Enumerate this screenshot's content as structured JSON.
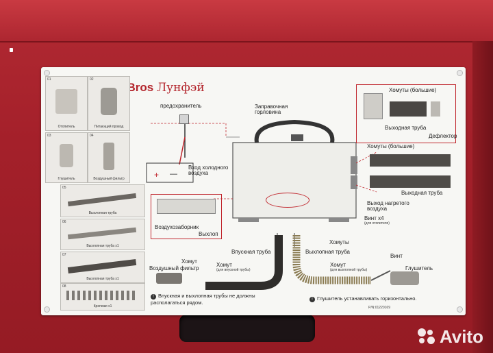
{
  "brand": {
    "latin": "LF Bros",
    "cyrillic": "Лунфэй"
  },
  "kit_tiles": [
    {
      "num": "01",
      "caption": "Отопитель"
    },
    {
      "num": "02",
      "caption": "Питающий провод"
    },
    {
      "num": "03",
      "caption": "Глушитель"
    },
    {
      "num": "04",
      "caption": "Воздушный фильтр"
    },
    {
      "num": "05",
      "caption": "Выхлопная труба"
    },
    {
      "num": "06",
      "caption": "Выхлопная труба x1"
    },
    {
      "num": "07",
      "caption": "Выхлопная труба x1"
    },
    {
      "num": "08",
      "caption": "Крепежи x1"
    }
  ],
  "diagram_labels": {
    "fuse": "предохранитель",
    "filler_neck": "Заправочная горловина",
    "cold_air_inlet": "Вход холодного воздуха",
    "air_intake": "Воздухозаборник",
    "exhaust": "Выхлоп",
    "hot_air_outlet": "Выход нагретого воздуха",
    "screws_x4": "Винт x4",
    "screws_sub": "(для отопителя)",
    "clamps_large_1": "Хомуты (большие)",
    "exhaust_pipe": "Выходная труба",
    "deflector": "Дефлектор",
    "clamps_large_2": "Хомуты (большие)",
    "outlet_pipe": "Выходная труба",
    "clamps": "Хомуты",
    "intake_pipe": "Впускная труба",
    "exhaust_pipe_2": "Выхлопная труба",
    "clamp_intake": "Хомут",
    "clamp_intake_sub": "(для впускной трубы)",
    "clamp_exhaust": "Хомут",
    "clamp_exhaust_sub": "(для выхлопной трубы)",
    "clamp_air": "Хомут",
    "air_filter": "Воздушный фильтр",
    "screw": "Винт",
    "muffler": "Глушитель",
    "battery_plus": "+",
    "battery_minus": "—"
  },
  "notes": {
    "pipes_apart": "Впускная и выхлопная трубы не должны располагаться рядом.",
    "muffler_horizontal": "Глушитель устанавливать горизонтально."
  },
  "part_number": "P/N:01220169",
  "watermark": "Avito",
  "colors": {
    "box_red": "#a4202a",
    "card": "#f7f7f4",
    "accent_red": "#c0262d"
  }
}
